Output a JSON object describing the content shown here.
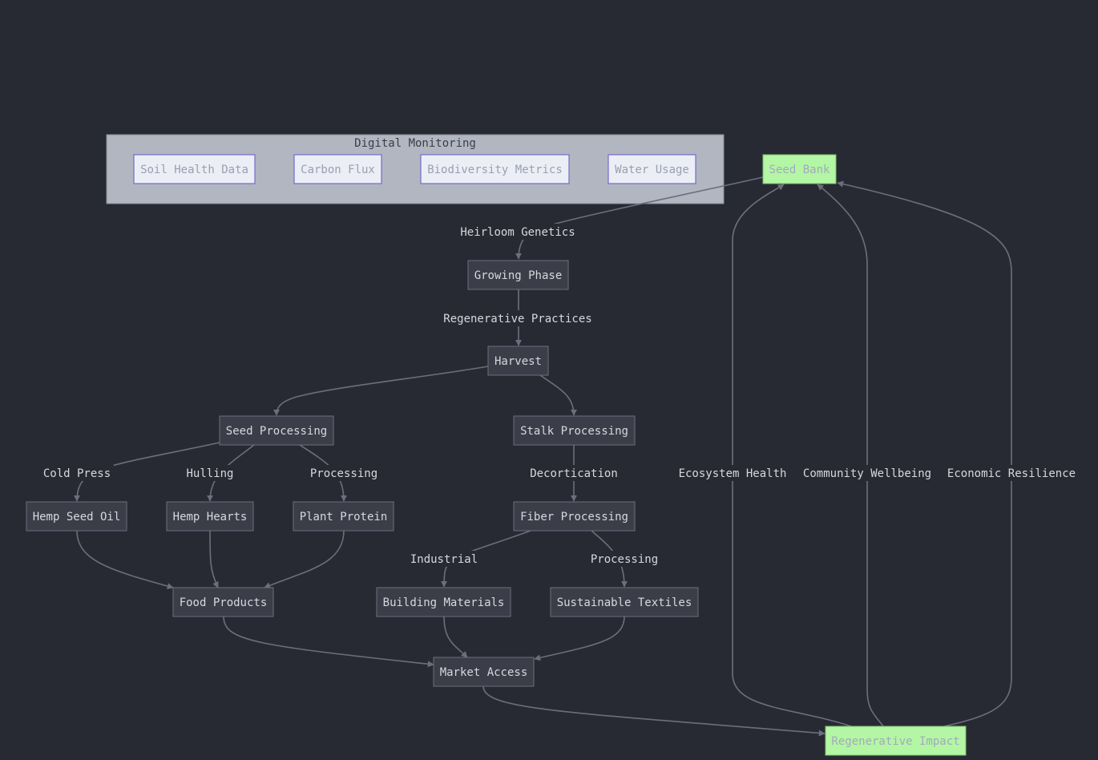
{
  "cluster": {
    "title": "Digital Monitoring",
    "items": [
      "Soil Health Data",
      "Carbon Flux",
      "Biodiversity Metrics",
      "Water Usage"
    ]
  },
  "nodes": {
    "seed_bank": "Seed Bank",
    "growing_phase": "Growing Phase",
    "harvest": "Harvest",
    "seed_processing": "Seed Processing",
    "stalk_processing": "Stalk Processing",
    "hemp_seed_oil": "Hemp Seed Oil",
    "hemp_hearts": "Hemp Hearts",
    "plant_protein": "Plant Protein",
    "fiber_processing": "Fiber Processing",
    "food_products": "Food Products",
    "building_materials": "Building Materials",
    "sustainable_textiles": "Sustainable Textiles",
    "market_access": "Market Access",
    "regenerative_impact": "Regenerative Impact"
  },
  "edge_labels": {
    "heirloom_genetics": "Heirloom Genetics",
    "regenerative_practices": "Regenerative Practices",
    "cold_press": "Cold Press",
    "hulling": "Hulling",
    "processing_seed": "Processing",
    "decortication": "Decortication",
    "industrial": "Industrial",
    "processing_fiber": "Processing",
    "ecosystem_health": "Ecosystem Health",
    "community_wellbeing": "Community Wellbeing",
    "economic_resilience": "Economic Resilience"
  },
  "colors": {
    "background": "#282a33",
    "node_fill": "#3b3e48",
    "highlight_fill": "#b3f6a4",
    "cluster_fill": "#b1b6c1",
    "cluster_node_stroke": "#7769c9",
    "edge": "#6b6f7c"
  }
}
